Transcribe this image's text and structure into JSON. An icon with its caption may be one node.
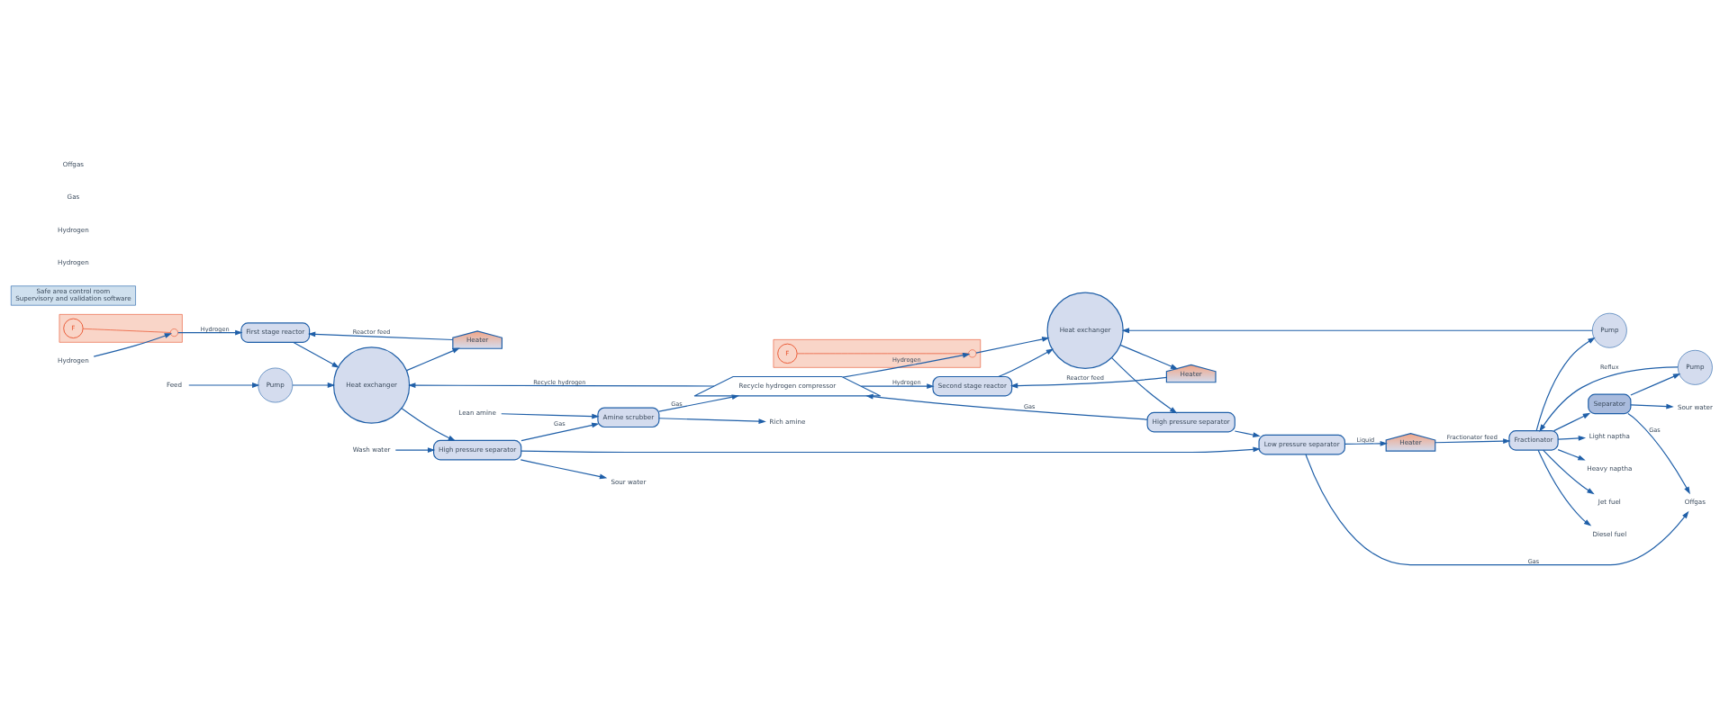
{
  "diagram": {
    "nodes": [
      {
        "text": [],
        "shape": "box"
      },
      {
        "text": [
          "F"
        ],
        "in": 0
      },
      {
        "text": [],
        "shape": "circle",
        "in": 0
      },
      {
        "text": [],
        "shape": "box"
      },
      {
        "text": [
          "F"
        ],
        "in": 3
      },
      {
        "text": [],
        "shape": "circle",
        "in": 3
      },
      {
        "text": [
          "Hydrogen"
        ]
      },
      {
        "text": [
          "Recycle hydrogen compressor"
        ]
      },
      {
        "text": [
          "First stage reactor"
        ]
      },
      {
        "text": [
          "Heater"
        ]
      },
      {
        "text": [
          "Heat exchanger"
        ]
      },
      {
        "text": [
          "Amine scrubber"
        ]
      },
      {
        "text": [
          "Rich amine"
        ]
      },
      {
        "text": [
          "Lean amine"
        ]
      },
      {
        "text": [
          "Second stage reactor"
        ]
      },
      {
        "text": [
          "Heat exchanger"
        ]
      },
      {
        "text": [
          "Heater"
        ]
      },
      {
        "text": [
          "Fractionator"
        ]
      },
      {
        "text": [
          "Separator"
        ]
      },
      {
        "text": [
          "Pump"
        ]
      },
      {
        "text": [
          "Sour water"
        ]
      },
      {
        "text": [
          "Offgas"
        ]
      },
      {
        "text": [
          "Light naptha"
        ]
      },
      {
        "text": [
          "Heavy naptha"
        ]
      },
      {
        "text": [
          "Jet fuel"
        ]
      },
      {
        "text": [
          "Diesel fuel"
        ]
      },
      {
        "text": [
          "Pump"
        ]
      },
      {
        "text": [
          "Pump"
        ]
      },
      {
        "text": [
          "Feed"
        ]
      },
      {
        "text": [
          "Wash water"
        ]
      },
      {
        "text": [
          "High pressure separator"
        ]
      },
      {
        "text": [
          "Sour water"
        ]
      },
      {
        "text": [
          "High pressure separator"
        ]
      },
      {
        "text": [
          "Low pressure separator"
        ]
      },
      {
        "text": [
          "Heater"
        ]
      },
      {
        "text": [
          "Safe area control room",
          "Supervisory and validation software"
        ]
      }
    ],
    "edges": [
      {
        "from": 6,
        "to": 2,
        "arrow": "to"
      },
      {
        "from": 1,
        "to": 2,
        "arrow": "none",
        "color": "#e8502a"
      },
      {
        "from": 2,
        "to": 8,
        "label": "Hydrogen",
        "arrow": "to"
      },
      {
        "from": 7,
        "to": 14,
        "label": "Hydrogen",
        "arrow": "to"
      },
      {
        "from": 7,
        "to": 5,
        "label": "Hydrogen",
        "arrow": "to"
      },
      {
        "from": 4,
        "to": 5,
        "arrow": "none",
        "color": "#e8502a"
      },
      {
        "from": 7,
        "to": 10,
        "label": "Recycle hydrogen",
        "arrow": "to"
      },
      {
        "from": 28,
        "to": 27,
        "arrow": "to"
      },
      {
        "from": 27,
        "to": 10,
        "arrow": "to"
      },
      {
        "from": 10,
        "to": 9,
        "arrow": "to"
      },
      {
        "from": 9,
        "to": 8,
        "label": "Reactor feed",
        "arrow": "to"
      },
      {
        "from": 8,
        "to": 10,
        "arrow": "to"
      },
      {
        "from": 10,
        "to": 30,
        "arrow": "to"
      },
      {
        "from": 29,
        "to": 30,
        "arrow": "to"
      },
      {
        "from": 30,
        "to": 11,
        "label": "Gas",
        "arrow": "to"
      },
      {
        "from": 30,
        "to": 31,
        "arrow": "to"
      },
      {
        "from": 30,
        "to": 33,
        "arrow": "to"
      },
      {
        "from": 13,
        "to": 11,
        "arrow": "to"
      },
      {
        "from": 11,
        "to": 12,
        "arrow": "to"
      },
      {
        "from": 11,
        "to": 7,
        "label": "Gas",
        "arrow": "to"
      },
      {
        "from": 32,
        "to": 7,
        "label": "Gas",
        "arrow": "to"
      },
      {
        "from": 14,
        "to": 15,
        "arrow": "to"
      },
      {
        "from": 15,
        "to": 32,
        "arrow": "to"
      },
      {
        "from": 32,
        "to": 33,
        "arrow": "to"
      },
      {
        "from": 26,
        "to": 15,
        "arrow": "to"
      },
      {
        "from": 5,
        "to": 15,
        "arrow": "to"
      },
      {
        "from": 15,
        "to": 16,
        "arrow": "to"
      },
      {
        "from": 16,
        "to": 14,
        "label": "Reactor feed",
        "arrow": "to"
      },
      {
        "from": 33,
        "to": 34,
        "label": "Liquid",
        "arrow": "to"
      },
      {
        "from": 33,
        "to": 21,
        "label": "Gas",
        "arrow": "to"
      },
      {
        "from": 34,
        "to": 17,
        "label": "Fractionator feed",
        "arrow": "to"
      },
      {
        "from": 17,
        "to": 18,
        "arrow": "to"
      },
      {
        "from": 18,
        "to": 21,
        "label": "Gas",
        "arrow": "to"
      },
      {
        "from": 18,
        "to": 19,
        "arrow": "to"
      },
      {
        "from": 19,
        "to": 17,
        "label": "Reflux",
        "arrow": "to"
      },
      {
        "from": 18,
        "to": 20,
        "arrow": "to"
      },
      {
        "from": 17,
        "to": 22,
        "arrow": "to"
      },
      {
        "from": 17,
        "to": 23,
        "arrow": "to"
      },
      {
        "from": 17,
        "to": 24,
        "arrow": "to"
      },
      {
        "from": 17,
        "to": 25,
        "arrow": "to"
      },
      {
        "from": 17,
        "to": 26,
        "arrow": "to"
      }
    ],
    "labels": [
      "Hydrogen",
      "Hydrogen",
      "Gas",
      "Offgas"
    ]
  }
}
